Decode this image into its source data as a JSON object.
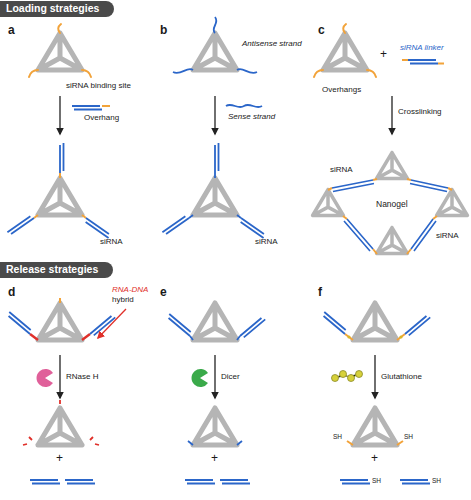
{
  "diagram": {
    "nodes": [
      {
        "text": [
          "Loading strategies"
        ]
      },
      {
        "text": [
          "Release strategies"
        ]
      }
    ],
    "labels": [
      "a",
      "siRNA binding site",
      "Overhang",
      "siRNA",
      "b",
      "Antisense strand",
      "Sense strand",
      "siRNA",
      "c",
      "Overhangs",
      "+",
      "siRNA linker",
      "Crosslinking",
      "siRNA",
      "Nanogel",
      "siRNA",
      "d",
      "RNA-DNA",
      "hybrid",
      "RNase H",
      "+",
      "e",
      "Dicer",
      "+",
      "f",
      "Glutathione",
      "+",
      "SH",
      "SH",
      "SH",
      "SH"
    ]
  }
}
